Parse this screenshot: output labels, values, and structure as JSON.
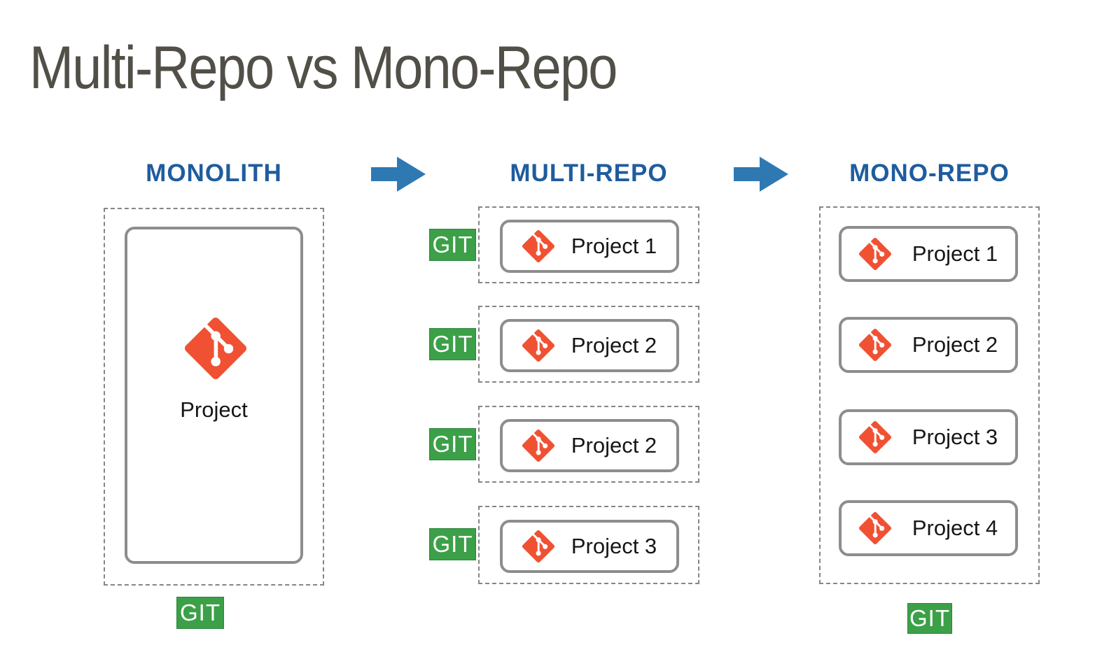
{
  "title": "Multi-Repo vs Mono-Repo",
  "palette": {
    "header_blue": "#1F5C9E",
    "arrow_blue": "#2F79B3",
    "git_logo_red": "#F05133",
    "badge_green": "#3BA047",
    "title_gray": "#514F47",
    "border_gray": "#868686"
  },
  "monolith": {
    "header": "MONOLITH",
    "project_label": "Project",
    "git_badge": "GIT"
  },
  "multi_repo": {
    "header": "MULTI-REPO",
    "rows": [
      {
        "badge": "GIT",
        "label": "Project 1"
      },
      {
        "badge": "GIT",
        "label": "Project 2"
      },
      {
        "badge": "GIT",
        "label": "Project 2"
      },
      {
        "badge": "GIT",
        "label": "Project 3"
      }
    ]
  },
  "mono_repo": {
    "header": "MONO-REPO",
    "projects": [
      {
        "label": "Project 1"
      },
      {
        "label": "Project 2"
      },
      {
        "label": "Project 3"
      },
      {
        "label": "Project 4"
      }
    ],
    "git_badge": "GIT"
  }
}
